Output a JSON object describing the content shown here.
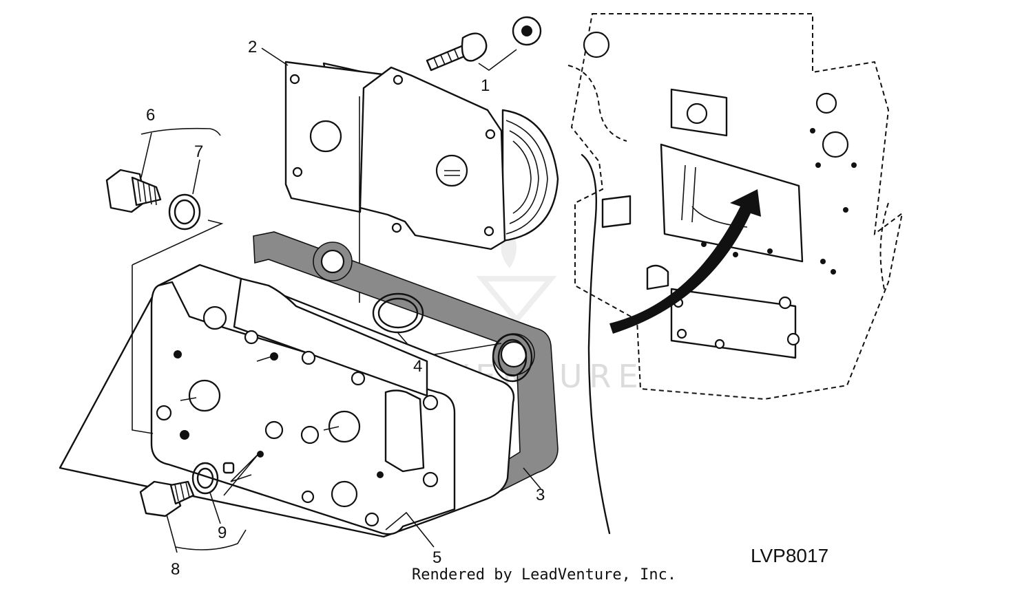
{
  "callouts": [
    {
      "id": "1",
      "label": "1"
    },
    {
      "id": "2",
      "label": "2"
    },
    {
      "id": "3",
      "label": "3"
    },
    {
      "id": "4",
      "label": "4"
    },
    {
      "id": "5",
      "label": "5"
    },
    {
      "id": "6",
      "label": "6"
    },
    {
      "id": "7",
      "label": "7"
    },
    {
      "id": "8",
      "label": "8"
    },
    {
      "id": "9",
      "label": "9"
    }
  ],
  "figure_code": "LVP8017",
  "credit": "Rendered by LeadVenture, Inc.",
  "watermark": "LEADVENTURE",
  "icons": [
    "replace-part-icon",
    "engine-location-arrow-icon"
  ],
  "colors": {
    "line": "#111111",
    "gasket": "#8a8a8a",
    "watermark": "#dcdcdc"
  }
}
